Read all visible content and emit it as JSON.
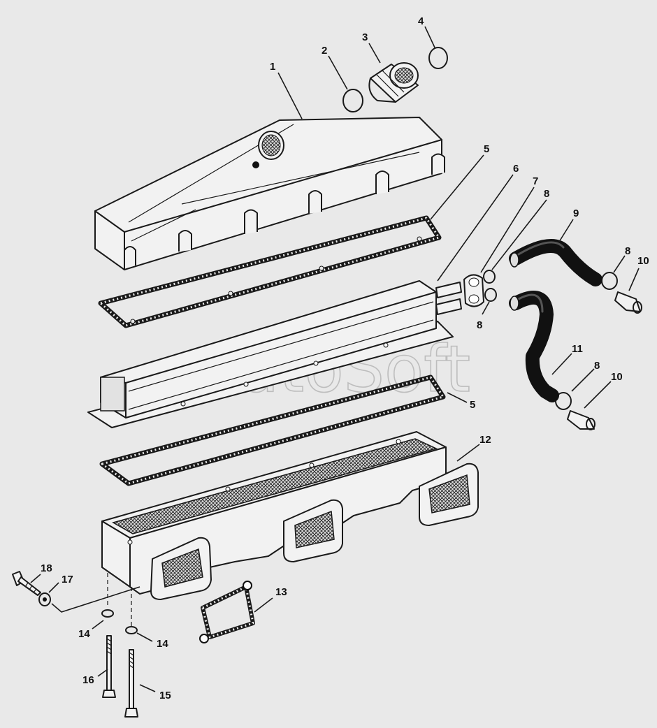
{
  "watermark": "AutoSoft",
  "callouts": [
    {
      "id": "c1",
      "text": "1"
    },
    {
      "id": "c2",
      "text": "2"
    },
    {
      "id": "c3",
      "text": "3"
    },
    {
      "id": "c4",
      "text": "4"
    },
    {
      "id": "c5a",
      "text": "5"
    },
    {
      "id": "c5b",
      "text": "5"
    },
    {
      "id": "c6",
      "text": "6"
    },
    {
      "id": "c7",
      "text": "7"
    },
    {
      "id": "c8a",
      "text": "8"
    },
    {
      "id": "c8b",
      "text": "8"
    },
    {
      "id": "c8c",
      "text": "8"
    },
    {
      "id": "c8d",
      "text": "8"
    },
    {
      "id": "c9",
      "text": "9"
    },
    {
      "id": "c10a",
      "text": "10"
    },
    {
      "id": "c10b",
      "text": "10"
    },
    {
      "id": "c11",
      "text": "11"
    },
    {
      "id": "c12",
      "text": "12"
    },
    {
      "id": "c13",
      "text": "13"
    },
    {
      "id": "c14a",
      "text": "14"
    },
    {
      "id": "c14b",
      "text": "14"
    },
    {
      "id": "c15",
      "text": "15"
    },
    {
      "id": "c16",
      "text": "16"
    },
    {
      "id": "c17",
      "text": "17"
    },
    {
      "id": "c18",
      "text": "18"
    }
  ]
}
